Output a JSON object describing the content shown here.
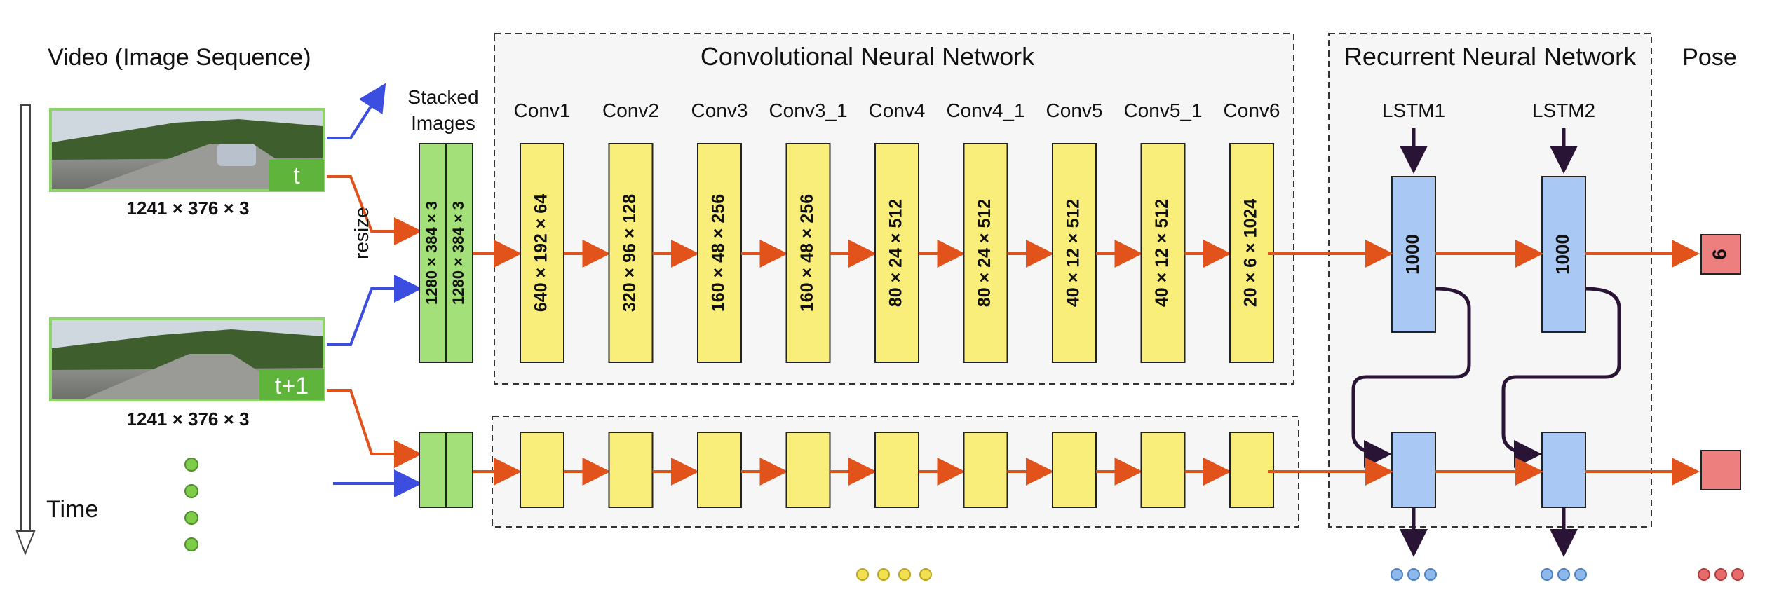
{
  "header": {
    "video_title": "Video (Image Sequence)",
    "time_label": "Time",
    "resize_label": "resize",
    "stacked_images_label": [
      "Stacked",
      "Images"
    ],
    "cnn_title": "Convolutional Neural Network",
    "rnn_title": "Recurrent Neural Network",
    "pose_title": "Pose"
  },
  "frames": [
    {
      "tag": "t",
      "dims": "1241 × 376 × 3"
    },
    {
      "tag": "t+1",
      "dims": "1241 × 376 × 3"
    }
  ],
  "stack_dims": [
    "1280 × 384 × 3",
    "1280 × 384 × 3"
  ],
  "conv_layers": [
    {
      "name": "Conv1",
      "dims": "640 × 192 × 64"
    },
    {
      "name": "Conv2",
      "dims": "320 × 96 × 128"
    },
    {
      "name": "Conv3",
      "dims": "160 × 48 × 256"
    },
    {
      "name": "Conv3_1",
      "dims": "160 × 48 × 256"
    },
    {
      "name": "Conv4",
      "dims": "80 × 24 × 512"
    },
    {
      "name": "Conv4_1",
      "dims": "80 × 24 × 512"
    },
    {
      "name": "Conv5",
      "dims": "40 × 12 × 512"
    },
    {
      "name": "Conv5_1",
      "dims": "40 × 12 × 512"
    },
    {
      "name": "Conv6",
      "dims": "20 × 6 × 1024"
    }
  ],
  "lstm_layers": [
    {
      "name": "LSTM1",
      "units": "1000"
    },
    {
      "name": "LSTM2",
      "units": "1000"
    }
  ],
  "pose_output": "6",
  "colors": {
    "conv": "#f9ee7a",
    "stack": "#a4e07a",
    "lstm": "#a9c8f3",
    "pose": "#ee7f7f",
    "flow_arrow": "#e2531c",
    "input_arrow": "#3c4ee0",
    "recurrent_arrow": "#2a1436",
    "frame_border": "#8fd46a",
    "dot_green": "#7fcc4a",
    "dot_yellow": "#f2e052",
    "dot_blue": "#8cb8ec",
    "dot_red": "#e86a6a"
  }
}
